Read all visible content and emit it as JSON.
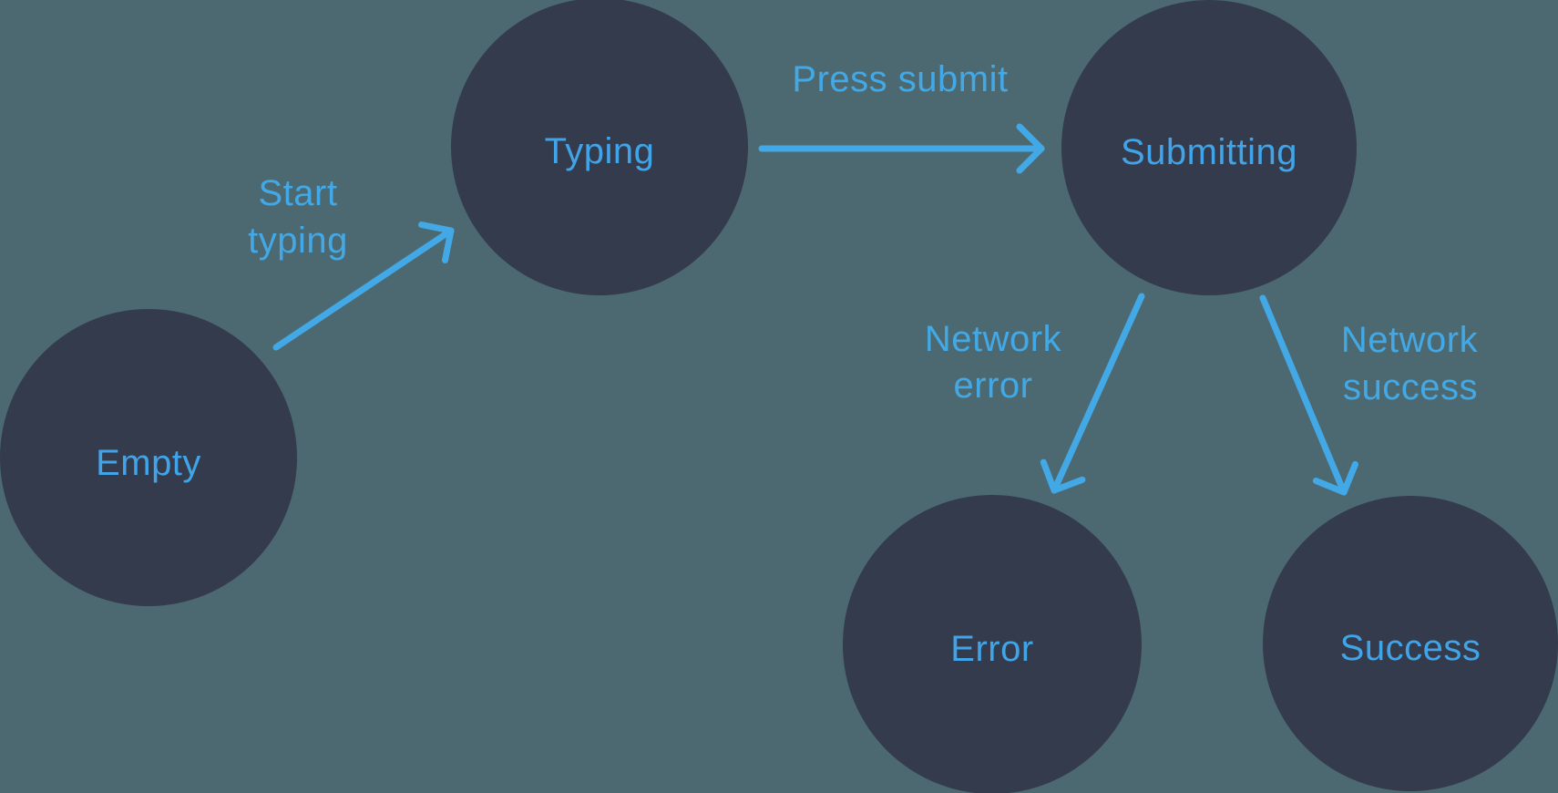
{
  "diagram": {
    "title": "form-submission-state-machine",
    "colors": {
      "background": "#4C6972",
      "node_fill": "#333B4C",
      "accent_blue": "#42A9E6"
    },
    "nodes": [
      {
        "id": "empty",
        "label": "Empty"
      },
      {
        "id": "typing",
        "label": "Typing"
      },
      {
        "id": "submitting",
        "label": "Submitting"
      },
      {
        "id": "error",
        "label": "Error"
      },
      {
        "id": "success",
        "label": "Success"
      }
    ],
    "edges": [
      {
        "from": "empty",
        "to": "typing",
        "label_lines": [
          "Start",
          "typing"
        ]
      },
      {
        "from": "typing",
        "to": "submitting",
        "label_lines": [
          "Press submit"
        ]
      },
      {
        "from": "submitting",
        "to": "error",
        "label_lines": [
          "Network",
          "error"
        ]
      },
      {
        "from": "submitting",
        "to": "success",
        "label_lines": [
          "Network",
          "success"
        ]
      }
    ]
  }
}
